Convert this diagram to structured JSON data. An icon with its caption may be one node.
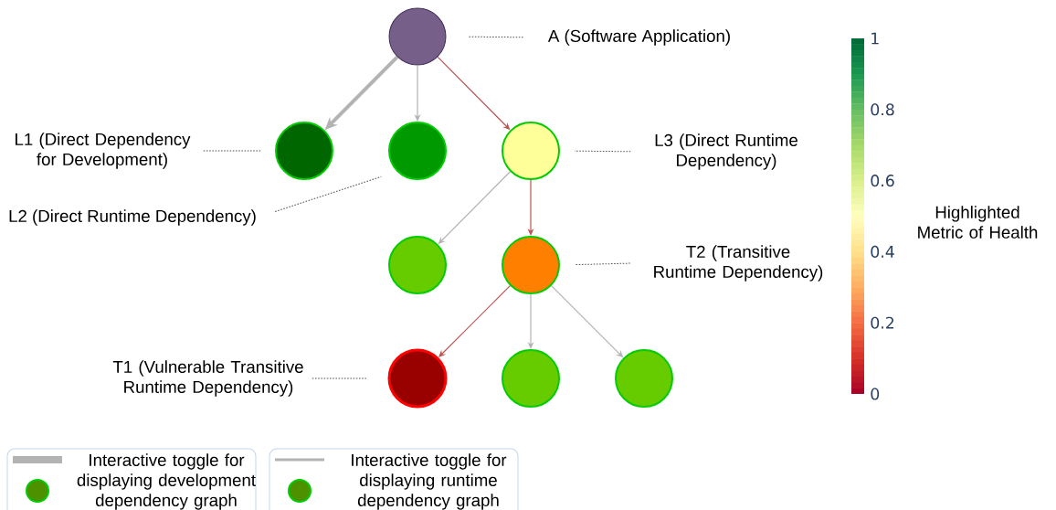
{
  "diagram": {
    "nodes": [
      {
        "text": [],
        "shape": "circle"
      },
      {
        "text": [],
        "shape": "circle"
      },
      {
        "text": [],
        "shape": "circle"
      },
      {
        "text": [],
        "shape": "circle"
      },
      {
        "text": [],
        "shape": "circle"
      },
      {
        "text": [],
        "shape": "circle"
      },
      {
        "text": [],
        "shape": "circle"
      },
      {
        "text": [],
        "shape": "circle"
      },
      {
        "text": [],
        "shape": "circle"
      },
      {
        "text": [
          "A (Software Application)"
        ]
      },
      {
        "text": [
          "L1 (Direct Dependency for Development)"
        ]
      },
      {
        "text": [
          "L2 (Direct Runtime Dependency)"
        ]
      },
      {
        "text": [
          "L3 (Direct Runtime Dependency)"
        ]
      },
      {
        "text": [
          "T2 (Transitive Runtime Dependency)"
        ]
      },
      {
        "text": [
          "T1 (Vulnerable Transitive Runtime Dependency)"
        ]
      }
    ],
    "edges": [
      {
        "from": 0,
        "to": 1,
        "arrow": "to",
        "style": "thick",
        "color": "#b3b3b3"
      },
      {
        "from": 0,
        "to": 2,
        "arrow": "to",
        "color": "#b3b3b3"
      },
      {
        "from": 0,
        "to": 3,
        "arrow": "to",
        "color": "#b85450"
      },
      {
        "from": 3,
        "to": 4,
        "arrow": "to",
        "color": "#b3b3b3"
      },
      {
        "from": 3,
        "to": 5,
        "arrow": "to",
        "color": "#b85450"
      },
      {
        "from": 5,
        "to": 6,
        "arrow": "to",
        "color": "#b85450"
      },
      {
        "from": 5,
        "to": 7,
        "arrow": "to",
        "color": "#b3b3b3"
      },
      {
        "from": 5,
        "to": 8,
        "arrow": "to",
        "color": "#b3b3b3"
      },
      {
        "from": 9,
        "to": 0,
        "arrow": "none",
        "style": "dashed"
      },
      {
        "from": 10,
        "to": 1,
        "arrow": "none",
        "style": "dashed"
      },
      {
        "from": 11,
        "to": 2,
        "arrow": "none",
        "style": "dashed"
      },
      {
        "from": 12,
        "to": 3,
        "arrow": "none",
        "style": "dashed"
      },
      {
        "from": 13,
        "to": 5,
        "arrow": "none",
        "style": "dashed"
      },
      {
        "from": 14,
        "to": 6,
        "arrow": "none",
        "style": "dashed"
      }
    ],
    "labels": [
      "1",
      "0.8",
      "0.6",
      "0.4",
      "0.2",
      "0",
      "Highlighted Metric of Health"
    ],
    "legend": [
      {
        "text": "Interactive toggle for displaying development dependency graph"
      },
      {
        "text": "Interactive toggle for displaying runtime dependency graph"
      }
    ]
  }
}
